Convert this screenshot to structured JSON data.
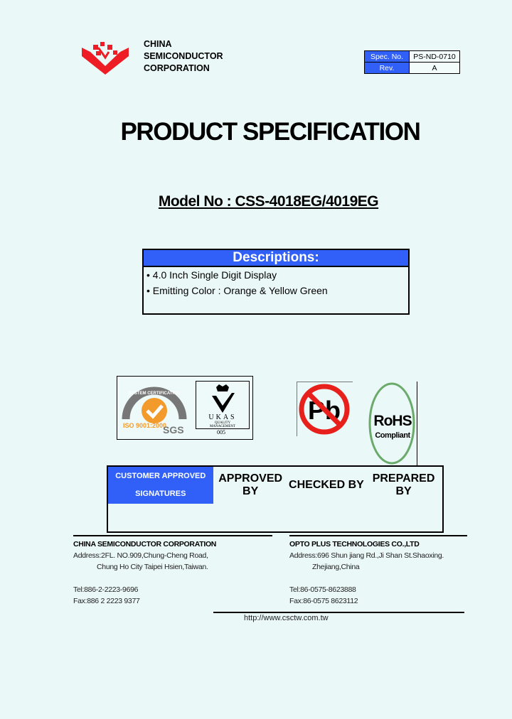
{
  "header": {
    "logo_icon": "csc-red-logo",
    "company_name_lines": [
      "CHINA",
      "SEMICONDUCTOR",
      "CORPORATION"
    ],
    "spec_table": {
      "spec_no_label": "Spec. No.",
      "spec_no_value": "PS-ND-0710",
      "rev_label": "Rev.",
      "rev_value": "A"
    }
  },
  "title": "PRODUCT SPECIFICATION",
  "model": {
    "text": "Model No : CSS-4018EG/4019EG"
  },
  "descriptions": {
    "header": "Descriptions:",
    "items": [
      "• 4.0 Inch Single Digit Display",
      "• Emitting Color : Orange & Yellow Green"
    ]
  },
  "certifications": {
    "sgs": {
      "arc_text": "SYSTEM CERTIFICATION",
      "iso_text": "ISO 9001:2000",
      "brand": "SGS"
    },
    "ukas": {
      "name": "UKAS",
      "line1": "QUALITY",
      "line2": "MANAGEMENT",
      "code": "005"
    },
    "pb_free": {
      "text": "Pb"
    },
    "rohs": {
      "title": "RoHS",
      "subtitle": "Compliant"
    }
  },
  "signature_table": {
    "headers": [
      "CUSTOMER APPROVED",
      "SIGNATURES",
      "APPROVED BY",
      "CHECKED BY",
      "PREPARED BY"
    ]
  },
  "contacts": {
    "left": {
      "company": "CHINA SEMICONDUCTOR CORPORATION",
      "address1": "Address:2FL. NO.909,Chung-Cheng Road,",
      "address2": "Chung Ho City Taipei Hsien,Taiwan.",
      "tel": "Tel:886-2-2223-9696",
      "fax": "Fax:886 2 2223 9377"
    },
    "right": {
      "company": "OPTO PLUS TECHNOLOGIES CO.,LTD",
      "address1": "Address:696 Shun jiang Rd.,Ji Shan St.Shaoxing.",
      "address2": "Zhejiang,China",
      "tel": "Tel:86-0575-8623888",
      "fax": "Fax:86-0575 8623112"
    }
  },
  "website": "http://www.csctw.com.tw",
  "colors": {
    "background": "#ebf8f8",
    "accent_blue": "#3060f8",
    "logo_red": "#ee1c24",
    "sgs_orange": "#f39a2c",
    "rohs_green": "#6aaa6a"
  }
}
